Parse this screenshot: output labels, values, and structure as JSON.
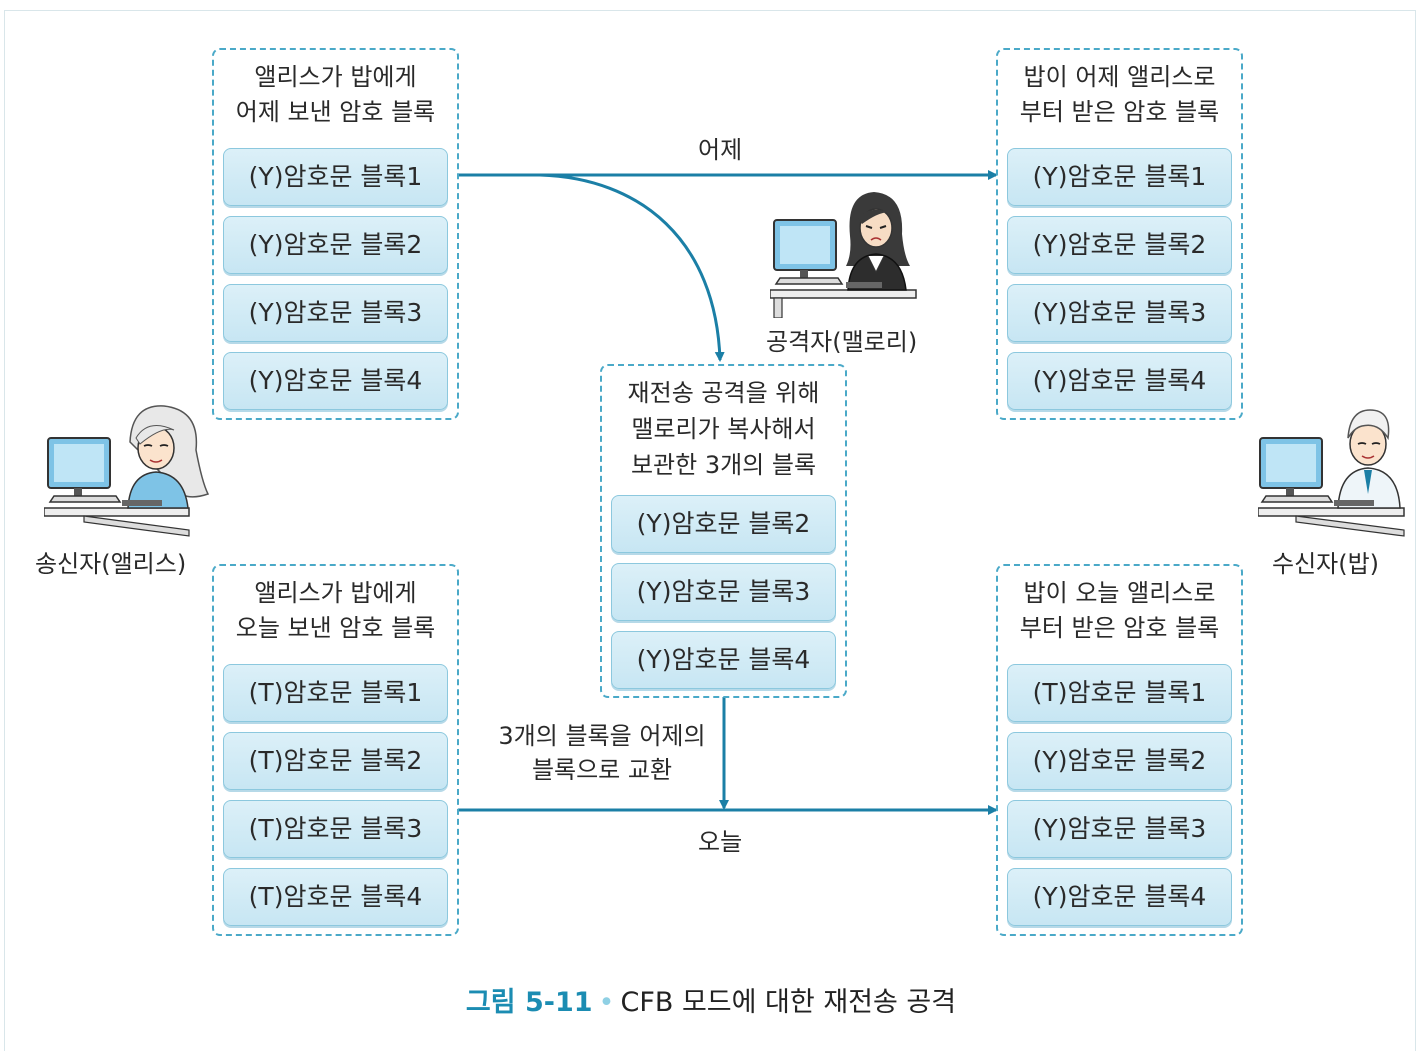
{
  "groups": {
    "sent_yesterday": {
      "title": [
        "앨리스가 밥에게",
        "어제 보낸 암호 블록"
      ],
      "blocks": [
        "(Y)암호문 블록1",
        "(Y)암호문 블록2",
        "(Y)암호문 블록3",
        "(Y)암호문 블록4"
      ]
    },
    "recv_yesterday": {
      "title": [
        "밥이 어제 앨리스로",
        "부터 받은 암호 블록"
      ],
      "blocks": [
        "(Y)암호문 블록1",
        "(Y)암호문 블록2",
        "(Y)암호문 블록3",
        "(Y)암호문 블록4"
      ]
    },
    "copied": {
      "title": [
        "재전송 공격을 위해",
        "맬로리가 복사해서",
        "보관한 3개의 블록"
      ],
      "blocks": [
        "(Y)암호문 블록2",
        "(Y)암호문 블록3",
        "(Y)암호문 블록4"
      ]
    },
    "sent_today": {
      "title": [
        "앨리스가 밥에게",
        "오늘 보낸 암호 블록"
      ],
      "blocks": [
        "(T)암호문 블록1",
        "(T)암호문 블록2",
        "(T)암호문 블록3",
        "(T)암호문 블록4"
      ]
    },
    "recv_today": {
      "title": [
        "밥이 오늘 앨리스로",
        "부터 받은 암호 블록"
      ],
      "blocks": [
        "(T)암호문 블록1",
        "(Y)암호문 블록2",
        "(Y)암호문 블록3",
        "(Y)암호문 블록4"
      ]
    }
  },
  "labels": {
    "yesterday": "어제",
    "today": "오늘",
    "attacker": "공격자(맬로리)",
    "sender": "송신자(앨리스)",
    "receiver": "수신자(밥)",
    "swap": [
      "3개의 블록을 어제의",
      "블록으로 교환"
    ]
  },
  "caption": {
    "figure": "그림 5-11",
    "separator": "•",
    "text": "CFB 모드에 대한 재전송 공격"
  },
  "colors": {
    "accent": "#1b7fa6",
    "box_border": "#4aa9c8",
    "block_fill": "#d2ebf6"
  }
}
